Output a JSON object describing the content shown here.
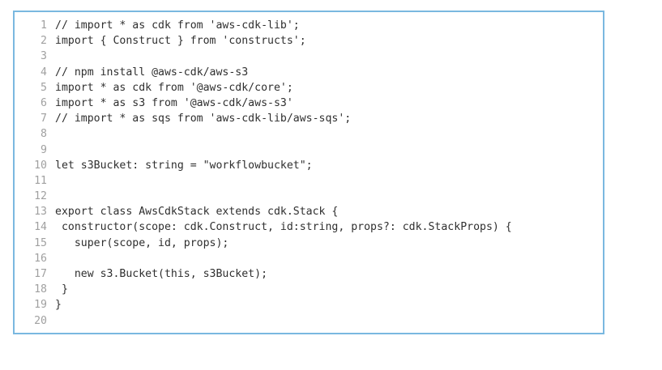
{
  "editor": {
    "lines": [
      {
        "n": "1",
        "text": "// import * as cdk from 'aws-cdk-lib';"
      },
      {
        "n": "2",
        "text": "import { Construct } from 'constructs';"
      },
      {
        "n": "3",
        "text": ""
      },
      {
        "n": "4",
        "text": "// npm install @aws-cdk/aws-s3"
      },
      {
        "n": "5",
        "text": "import * as cdk from '@aws-cdk/core';"
      },
      {
        "n": "6",
        "text": "import * as s3 from '@aws-cdk/aws-s3'"
      },
      {
        "n": "7",
        "text": "// import * as sqs from 'aws-cdk-lib/aws-sqs';"
      },
      {
        "n": "8",
        "text": ""
      },
      {
        "n": "9",
        "text": ""
      },
      {
        "n": "10",
        "text": "let s3Bucket: string = \"workflowbucket\";"
      },
      {
        "n": "11",
        "text": ""
      },
      {
        "n": "12",
        "text": ""
      },
      {
        "n": "13",
        "text": "export class AwsCdkStack extends cdk.Stack {"
      },
      {
        "n": "14",
        "text": " constructor(scope: cdk.Construct, id:string, props?: cdk.StackProps) {"
      },
      {
        "n": "15",
        "text": "   super(scope, id, props);"
      },
      {
        "n": "16",
        "text": ""
      },
      {
        "n": "17",
        "text": "   new s3.Bucket(this, s3Bucket);"
      },
      {
        "n": "18",
        "text": " }"
      },
      {
        "n": "19",
        "text": "}"
      },
      {
        "n": "20",
        "text": ""
      }
    ]
  }
}
